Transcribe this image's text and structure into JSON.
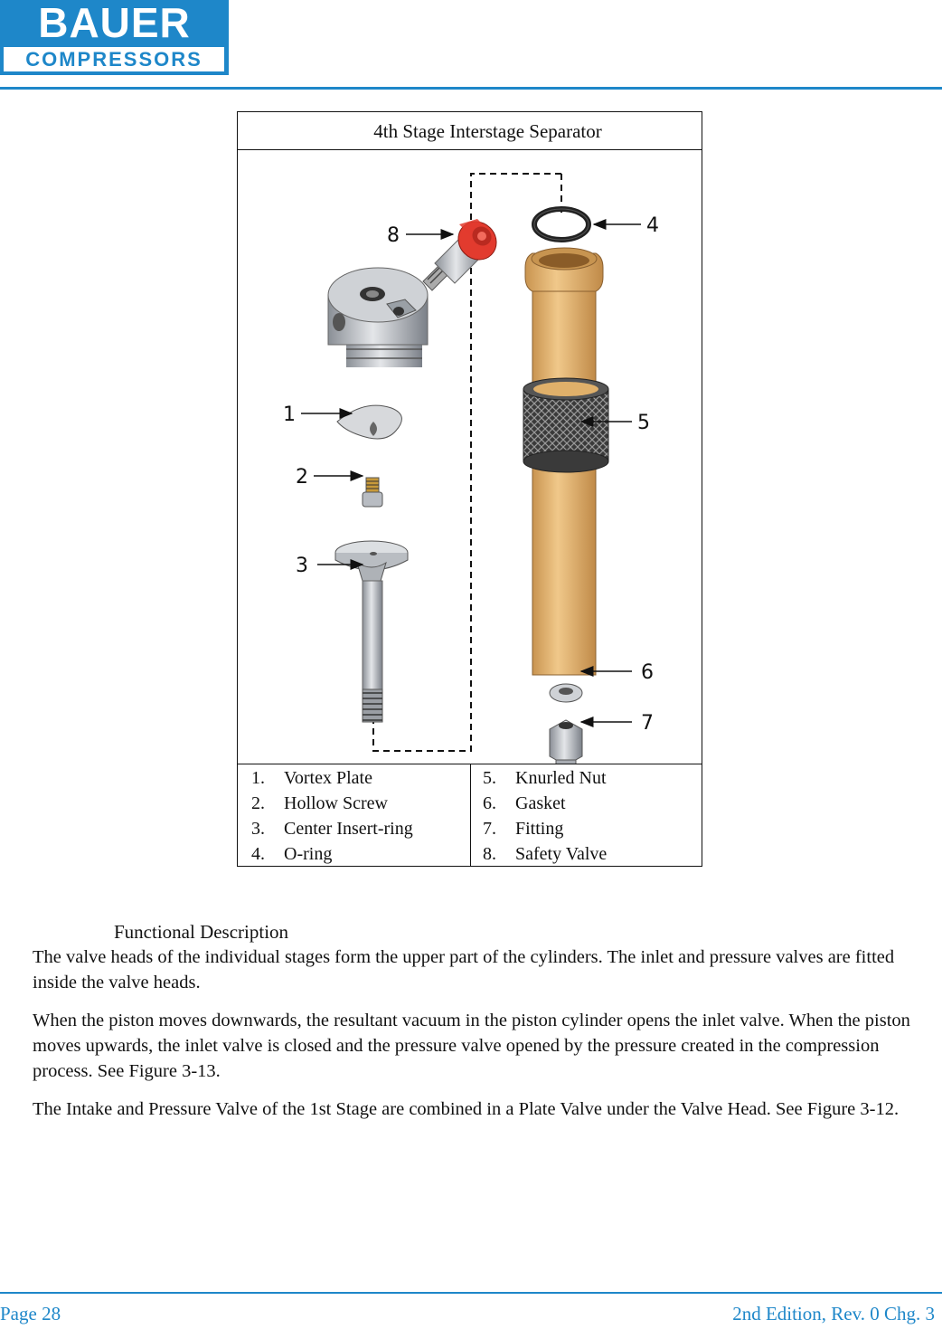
{
  "header": {
    "logo_top": "BAUER",
    "logo_bottom": "COMPRESSORS"
  },
  "figure": {
    "title": "4th Stage Interstage Separator",
    "callouts": [
      "1",
      "2",
      "3",
      "4",
      "5",
      "6",
      "7",
      "8"
    ],
    "legend_left": [
      {
        "num": "1.",
        "label": "Vortex Plate"
      },
      {
        "num": "2.",
        "label": "Hollow Screw"
      },
      {
        "num": "3.",
        "label": "Center Insert-ring"
      },
      {
        "num": "4.",
        "label": "O-ring"
      }
    ],
    "legend_right": [
      {
        "num": "5.",
        "label": "Knurled Nut"
      },
      {
        "num": "6.",
        "label": "Gasket"
      },
      {
        "num": "7.",
        "label": "Fitting"
      },
      {
        "num": "8.",
        "label": "Safety Valve"
      }
    ]
  },
  "section": {
    "heading": "Functional Description",
    "paragraphs": [
      "The valve heads of the individual stages form the upper part of the cylinders. The inlet and pressure valves are fitted inside the valve heads.",
      "When the piston moves downwards, the resultant vacuum in the piston cylinder opens the inlet valve. When the piston moves upwards, the inlet valve is closed and the pressure valve opened by the pressure created in the compression process. See Figure 3-13.",
      "The Intake and Pressure Valve of the 1st Stage are combined in a Plate Valve under the Valve Head. See Figure 3-12."
    ]
  },
  "footer": {
    "page": "Page 28",
    "edition": "2nd Edition, Rev. 0 Chg. 3"
  },
  "colors": {
    "brand_blue": "#1e87c9",
    "tube_tan": "#e0b06a",
    "valve_red": "#e23b2e"
  }
}
